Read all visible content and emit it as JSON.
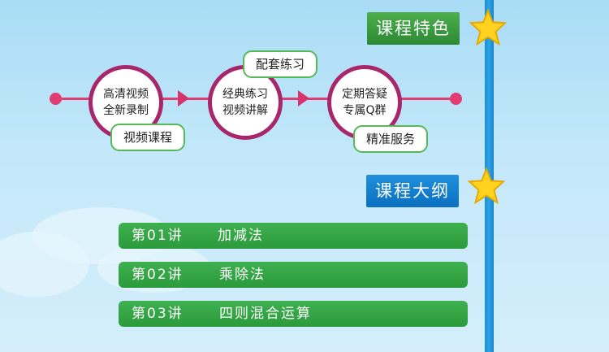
{
  "features": {
    "tag": "课程特色",
    "steps": [
      {
        "circle_text": "高清视频\n全新录制",
        "pill": "视频课程"
      },
      {
        "circle_text": "经典练习\n视频讲解",
        "pill": "配套练习"
      },
      {
        "circle_text": "定期答疑\n专属Q群",
        "pill": "精准服务"
      }
    ]
  },
  "outline": {
    "tag": "课程大纲",
    "lessons": [
      {
        "num": "第01讲",
        "name": "加减法"
      },
      {
        "num": "第02讲",
        "name": "乘除法"
      },
      {
        "num": "第03讲",
        "name": "四则混合运算"
      }
    ]
  },
  "colors": {
    "timeline": "#e23d73",
    "circle_border": "#a8276b",
    "green": "#2c8a34",
    "blue": "#0b6fc0",
    "vertical_bar": "#2da3e8"
  }
}
